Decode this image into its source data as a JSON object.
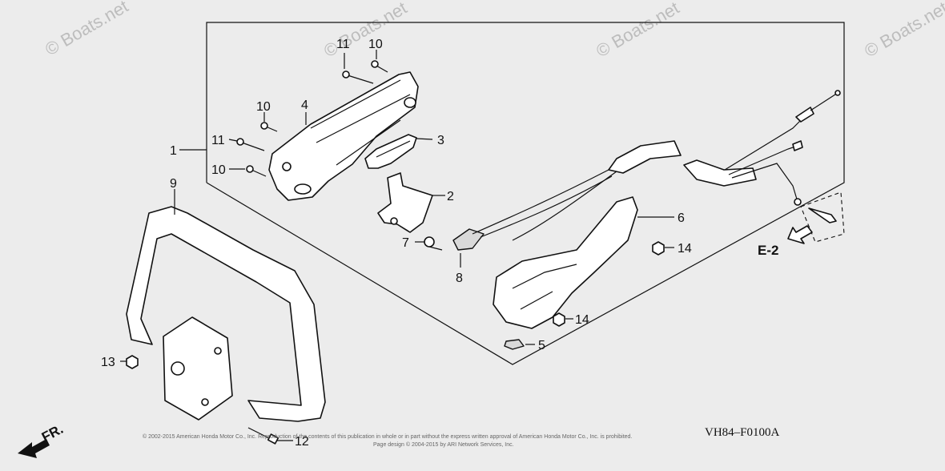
{
  "watermark": "© Boats.net",
  "callouts": [
    "1",
    "2",
    "3",
    "4",
    "5",
    "6",
    "7",
    "8",
    "9",
    "10",
    "10",
    "10",
    "11",
    "11",
    "12",
    "13",
    "14",
    "14"
  ],
  "reference_label": "E-2",
  "direction_label": "FR.",
  "diagram_code": "VH84–F0100A",
  "copyright_line_1": "© 2002-2015 American Honda Motor Co., Inc. Reproduction of the contents of this publication in whole or in part without the express written approval of American Honda Motor Co., Inc. is prohibited.",
  "copyright_line_2": "Page design © 2004-2015 by ARI Network Services, Inc."
}
